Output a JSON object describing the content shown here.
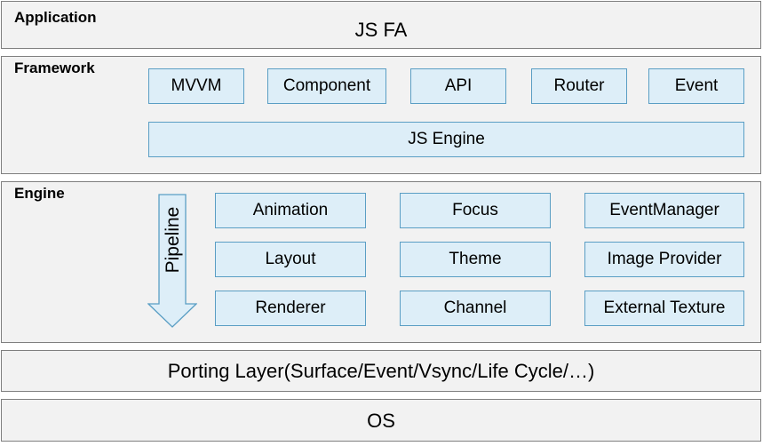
{
  "application": {
    "title": "Application",
    "content": "JS FA"
  },
  "framework": {
    "title": "Framework",
    "modules": [
      "MVVM",
      "Component",
      "API",
      "Router",
      "Event"
    ],
    "engine": "JS Engine"
  },
  "engine": {
    "title": "Engine",
    "pipeline_label": "Pipeline",
    "modules": [
      "Animation",
      "Focus",
      "EventManager",
      "Layout",
      "Theme",
      "Image Provider",
      "Renderer",
      "Channel",
      "External Texture"
    ]
  },
  "porting": {
    "content": "Porting Layer(Surface/Event/Vsync/Life Cycle/…)"
  },
  "os": {
    "content": "OS"
  },
  "colors": {
    "layer_bg": "#f2f2f2",
    "layer_border": "#7f7f7f",
    "box_bg": "#ddeef8",
    "box_border": "#5a9ec4"
  }
}
